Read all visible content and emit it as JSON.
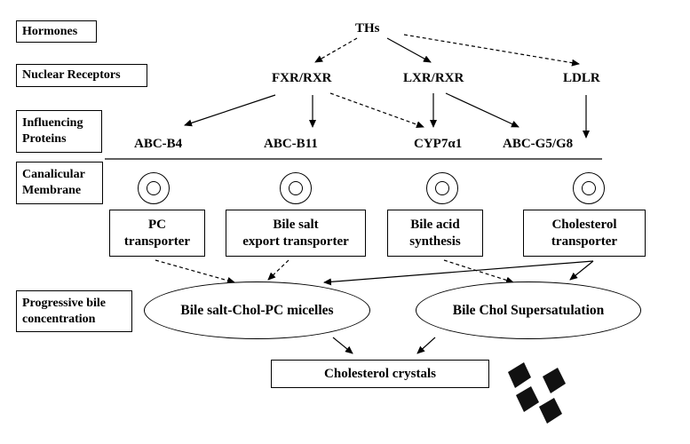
{
  "side_labels": {
    "hormones": "Hormones",
    "nuclear_receptors": "Nuclear Receptors",
    "influencing_proteins": [
      "Influencing",
      "Proteins"
    ],
    "canalicular_membrane": [
      "Canalicular",
      "Membrane"
    ],
    "progressive_bile": [
      "Progressive bile",
      "concentration"
    ]
  },
  "nodes": {
    "ths": "THs",
    "fxr_rxr": "FXR/RXR",
    "lxr_rxr": "LXR/RXR",
    "ldlr": "LDLR",
    "abc_b4": "ABC-B4",
    "abc_b11": "ABC-B11",
    "cyp7a1": "CYP7α1",
    "abc_g5g8": "ABC-G5/G8"
  },
  "transporters": {
    "pc": [
      "PC",
      "transporter"
    ],
    "bile_salt": [
      "Bile salt",
      "export transporter"
    ],
    "bile_acid": [
      "Bile acid",
      "synthesis"
    ],
    "cholesterol": [
      "Cholesterol",
      "transporter"
    ]
  },
  "ovals": {
    "micelles": "Bile salt-Chol-PC micelles",
    "supersaturation": "Bile Chol Supersatulation"
  },
  "result": "Cholesterol crystals",
  "colors": {
    "line": "#000000",
    "crystal": "#111111"
  }
}
